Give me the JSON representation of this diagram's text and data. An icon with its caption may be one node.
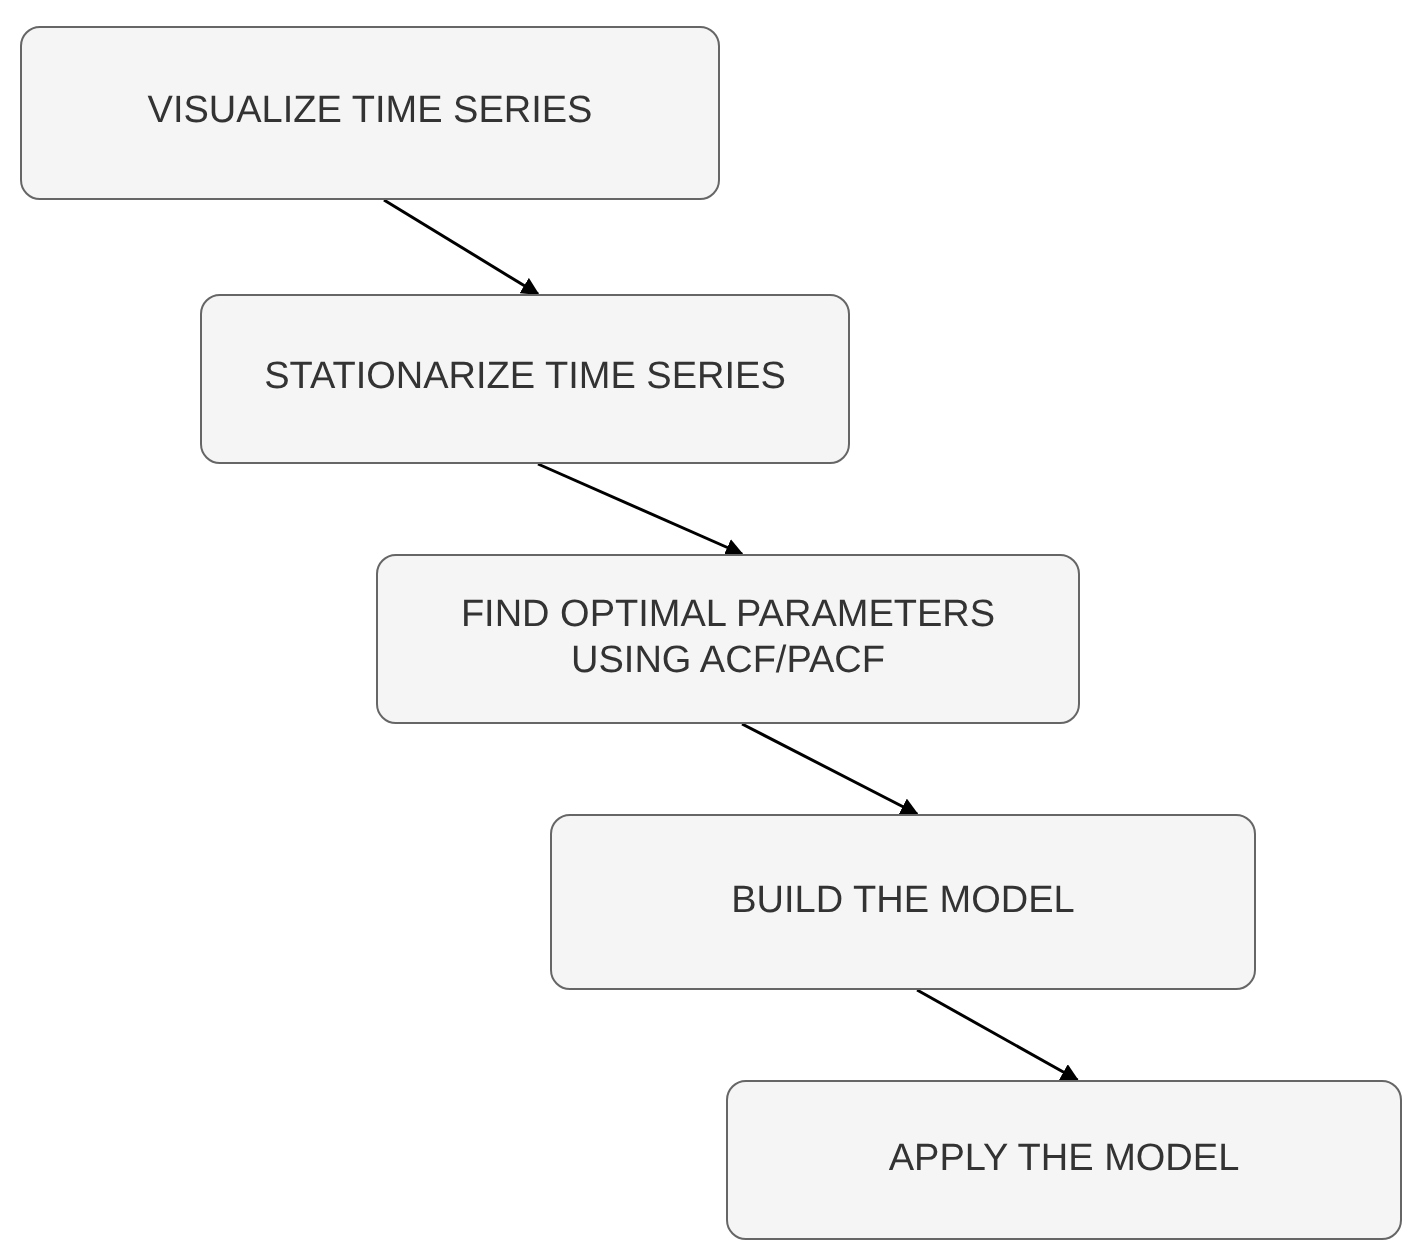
{
  "diagram": {
    "nodes": [
      {
        "text": [
          "VISUALIZE TIME SERIES"
        ]
      },
      {
        "text": [
          "STATIONARIZE TIME SERIES"
        ]
      },
      {
        "text": [
          "FIND OPTIMAL PARAMETERS USING ACF/PACF"
        ]
      },
      {
        "text": [
          "BUILD THE MODEL"
        ]
      },
      {
        "text": [
          "APPLY THE MODEL"
        ]
      }
    ],
    "edges": [
      {
        "from": 0,
        "to": 1,
        "arrow": "to"
      },
      {
        "from": 1,
        "to": 2,
        "arrow": "to"
      },
      {
        "from": 2,
        "to": 3,
        "arrow": "to"
      },
      {
        "from": 3,
        "to": 4,
        "arrow": "to"
      }
    ]
  }
}
